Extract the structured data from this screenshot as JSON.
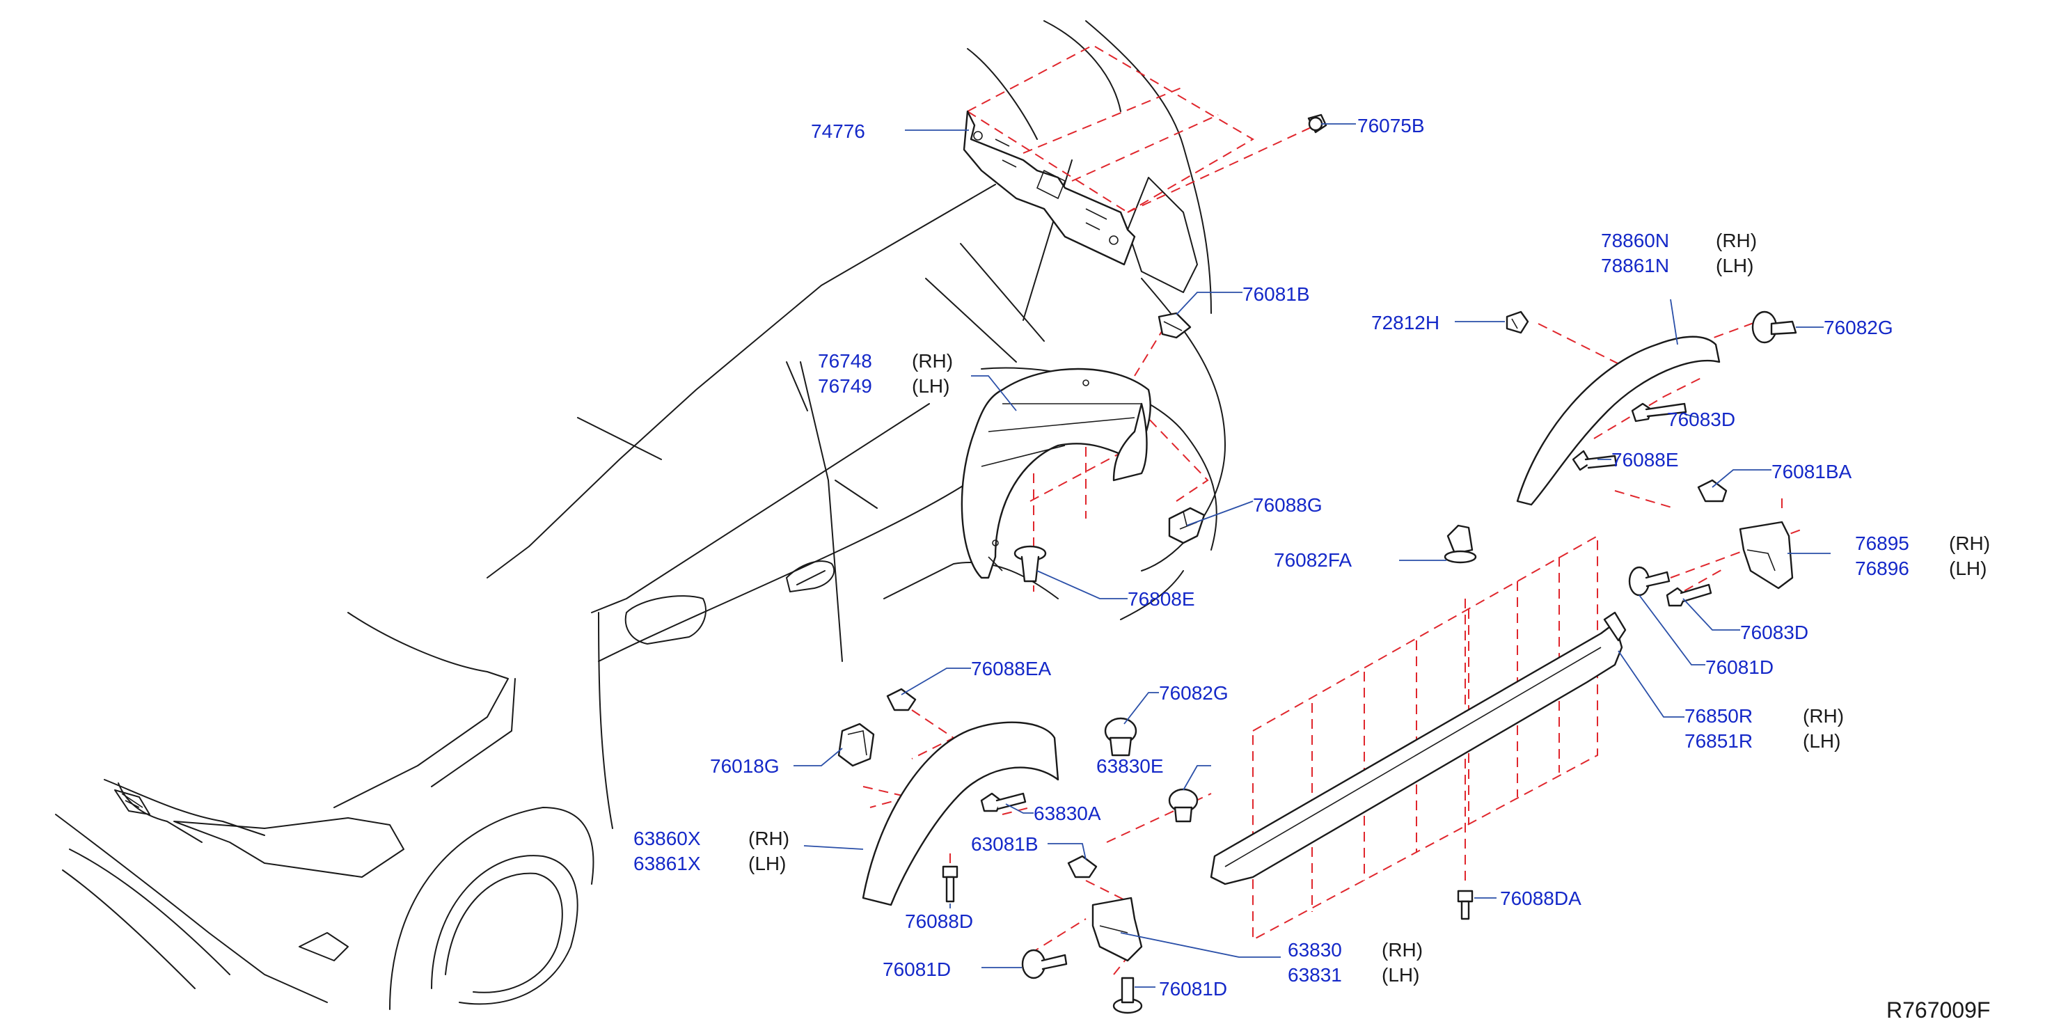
{
  "diagram": {
    "reference_code": "R767009F",
    "callouts": [
      {
        "id": "c74776",
        "parts": [
          {
            "pn": "74776"
          }
        ]
      },
      {
        "id": "c76075B",
        "parts": [
          {
            "pn": "76075B"
          }
        ]
      },
      {
        "id": "c76081B",
        "parts": [
          {
            "pn": "76081B"
          }
        ]
      },
      {
        "id": "c76748",
        "parts": [
          {
            "pn": "76748",
            "side": "(RH)"
          },
          {
            "pn": "76749",
            "side": "(LH)"
          }
        ]
      },
      {
        "id": "c76088G",
        "parts": [
          {
            "pn": "76088G"
          }
        ]
      },
      {
        "id": "c76808E",
        "parts": [
          {
            "pn": "76808E"
          }
        ]
      },
      {
        "id": "c78860N",
        "parts": [
          {
            "pn": "78860N",
            "side": "(RH)"
          },
          {
            "pn": "78861N",
            "side": "(LH)"
          }
        ]
      },
      {
        "id": "c72812H",
        "parts": [
          {
            "pn": "72812H"
          }
        ]
      },
      {
        "id": "c76082G_top",
        "parts": [
          {
            "pn": "76082G"
          }
        ]
      },
      {
        "id": "c76083D_top",
        "parts": [
          {
            "pn": "76083D"
          }
        ]
      },
      {
        "id": "c76088E",
        "parts": [
          {
            "pn": "76088E"
          }
        ]
      },
      {
        "id": "c76081BA",
        "parts": [
          {
            "pn": "76081BA"
          }
        ]
      },
      {
        "id": "c76895",
        "parts": [
          {
            "pn": "76895",
            "side": "(RH)"
          },
          {
            "pn": "76896",
            "side": "(LH)"
          }
        ]
      },
      {
        "id": "c76082FA",
        "parts": [
          {
            "pn": "76082FA"
          }
        ]
      },
      {
        "id": "c76083D_mid",
        "parts": [
          {
            "pn": "76083D"
          }
        ]
      },
      {
        "id": "c76081D_right",
        "parts": [
          {
            "pn": "76081D"
          }
        ]
      },
      {
        "id": "c76850R",
        "parts": [
          {
            "pn": "76850R",
            "side": "(RH)"
          },
          {
            "pn": "76851R",
            "side": "(LH)"
          }
        ]
      },
      {
        "id": "c76088EA",
        "parts": [
          {
            "pn": "76088EA"
          }
        ]
      },
      {
        "id": "c76082G_low",
        "parts": [
          {
            "pn": "76082G"
          }
        ]
      },
      {
        "id": "c76018G",
        "parts": [
          {
            "pn": "76018G"
          }
        ]
      },
      {
        "id": "c63830E",
        "parts": [
          {
            "pn": "63830E"
          }
        ]
      },
      {
        "id": "c63830A",
        "parts": [
          {
            "pn": "63830A"
          }
        ]
      },
      {
        "id": "c63081B",
        "parts": [
          {
            "pn": "63081B"
          }
        ]
      },
      {
        "id": "c63860X",
        "parts": [
          {
            "pn": "63860X",
            "side": "(RH)"
          },
          {
            "pn": "63861X",
            "side": "(LH)"
          }
        ]
      },
      {
        "id": "c76088D",
        "parts": [
          {
            "pn": "76088D"
          }
        ]
      },
      {
        "id": "c76088DA",
        "parts": [
          {
            "pn": "76088DA"
          }
        ]
      },
      {
        "id": "c63830",
        "parts": [
          {
            "pn": "63830",
            "side": "(RH)"
          },
          {
            "pn": "63831",
            "side": "(LH)"
          }
        ]
      },
      {
        "id": "c76081D_left",
        "parts": [
          {
            "pn": "76081D"
          }
        ]
      },
      {
        "id": "c76081D_bottom",
        "parts": [
          {
            "pn": "76081D"
          }
        ]
      }
    ]
  }
}
